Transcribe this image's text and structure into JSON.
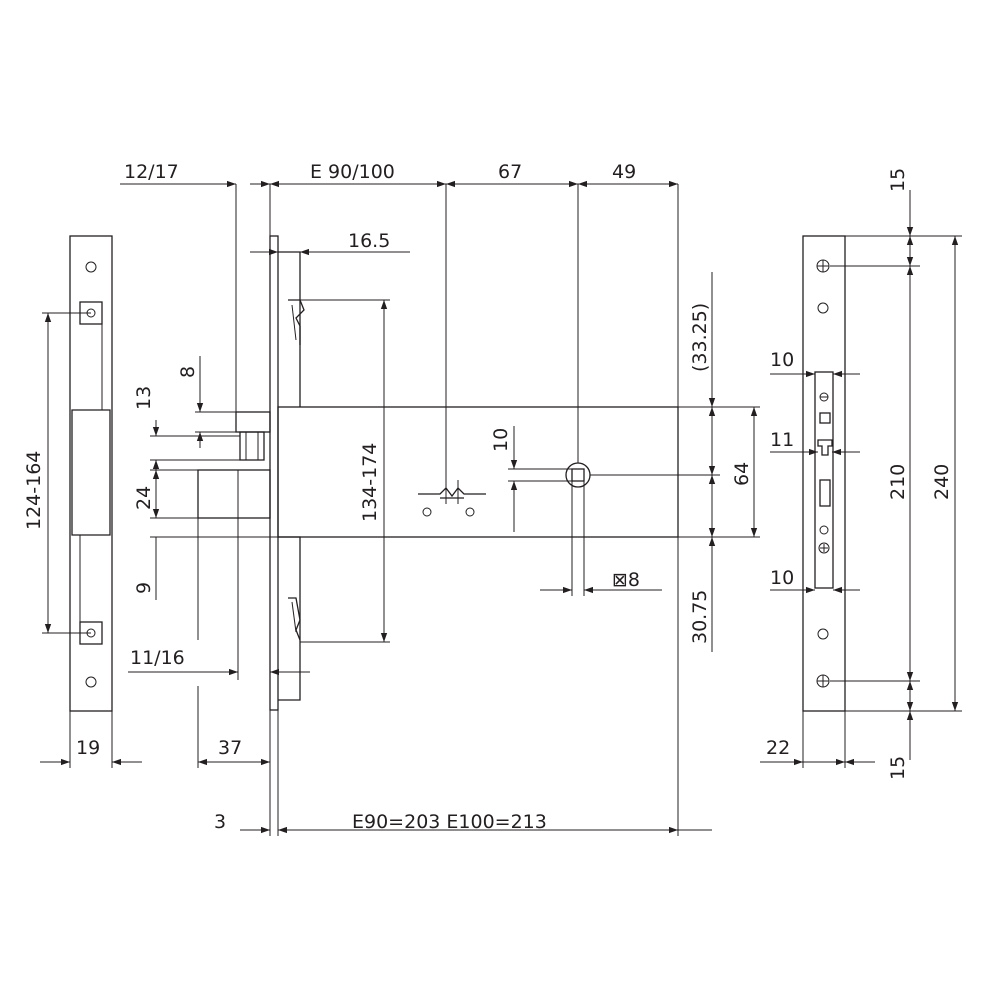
{
  "dimensions": {
    "d_12_17": "12/17",
    "d_e90_100": "E 90/100",
    "d_67": "67",
    "d_49": "49",
    "d_16_5": "16.5",
    "d_124_164": "124-164",
    "d_8": "8",
    "d_13": "13",
    "d_24": "24",
    "d_9": "9",
    "d_134_174": "134-174",
    "d_10_spindle": "10",
    "d_33_25": "(33.25)",
    "d_64": "64",
    "d_30_75": "30.75",
    "d_sq8": "⊠8",
    "d_11_16": "11/16",
    "d_19": "19",
    "d_37": "37",
    "d_3": "3",
    "d_e90_e100": "E90=203  E100=213",
    "d_15_top": "15",
    "d_10_upper": "10",
    "d_11": "11",
    "d_10_lower": "10",
    "d_210": "210",
    "d_240": "240",
    "d_22": "22",
    "d_15_bottom": "15"
  }
}
